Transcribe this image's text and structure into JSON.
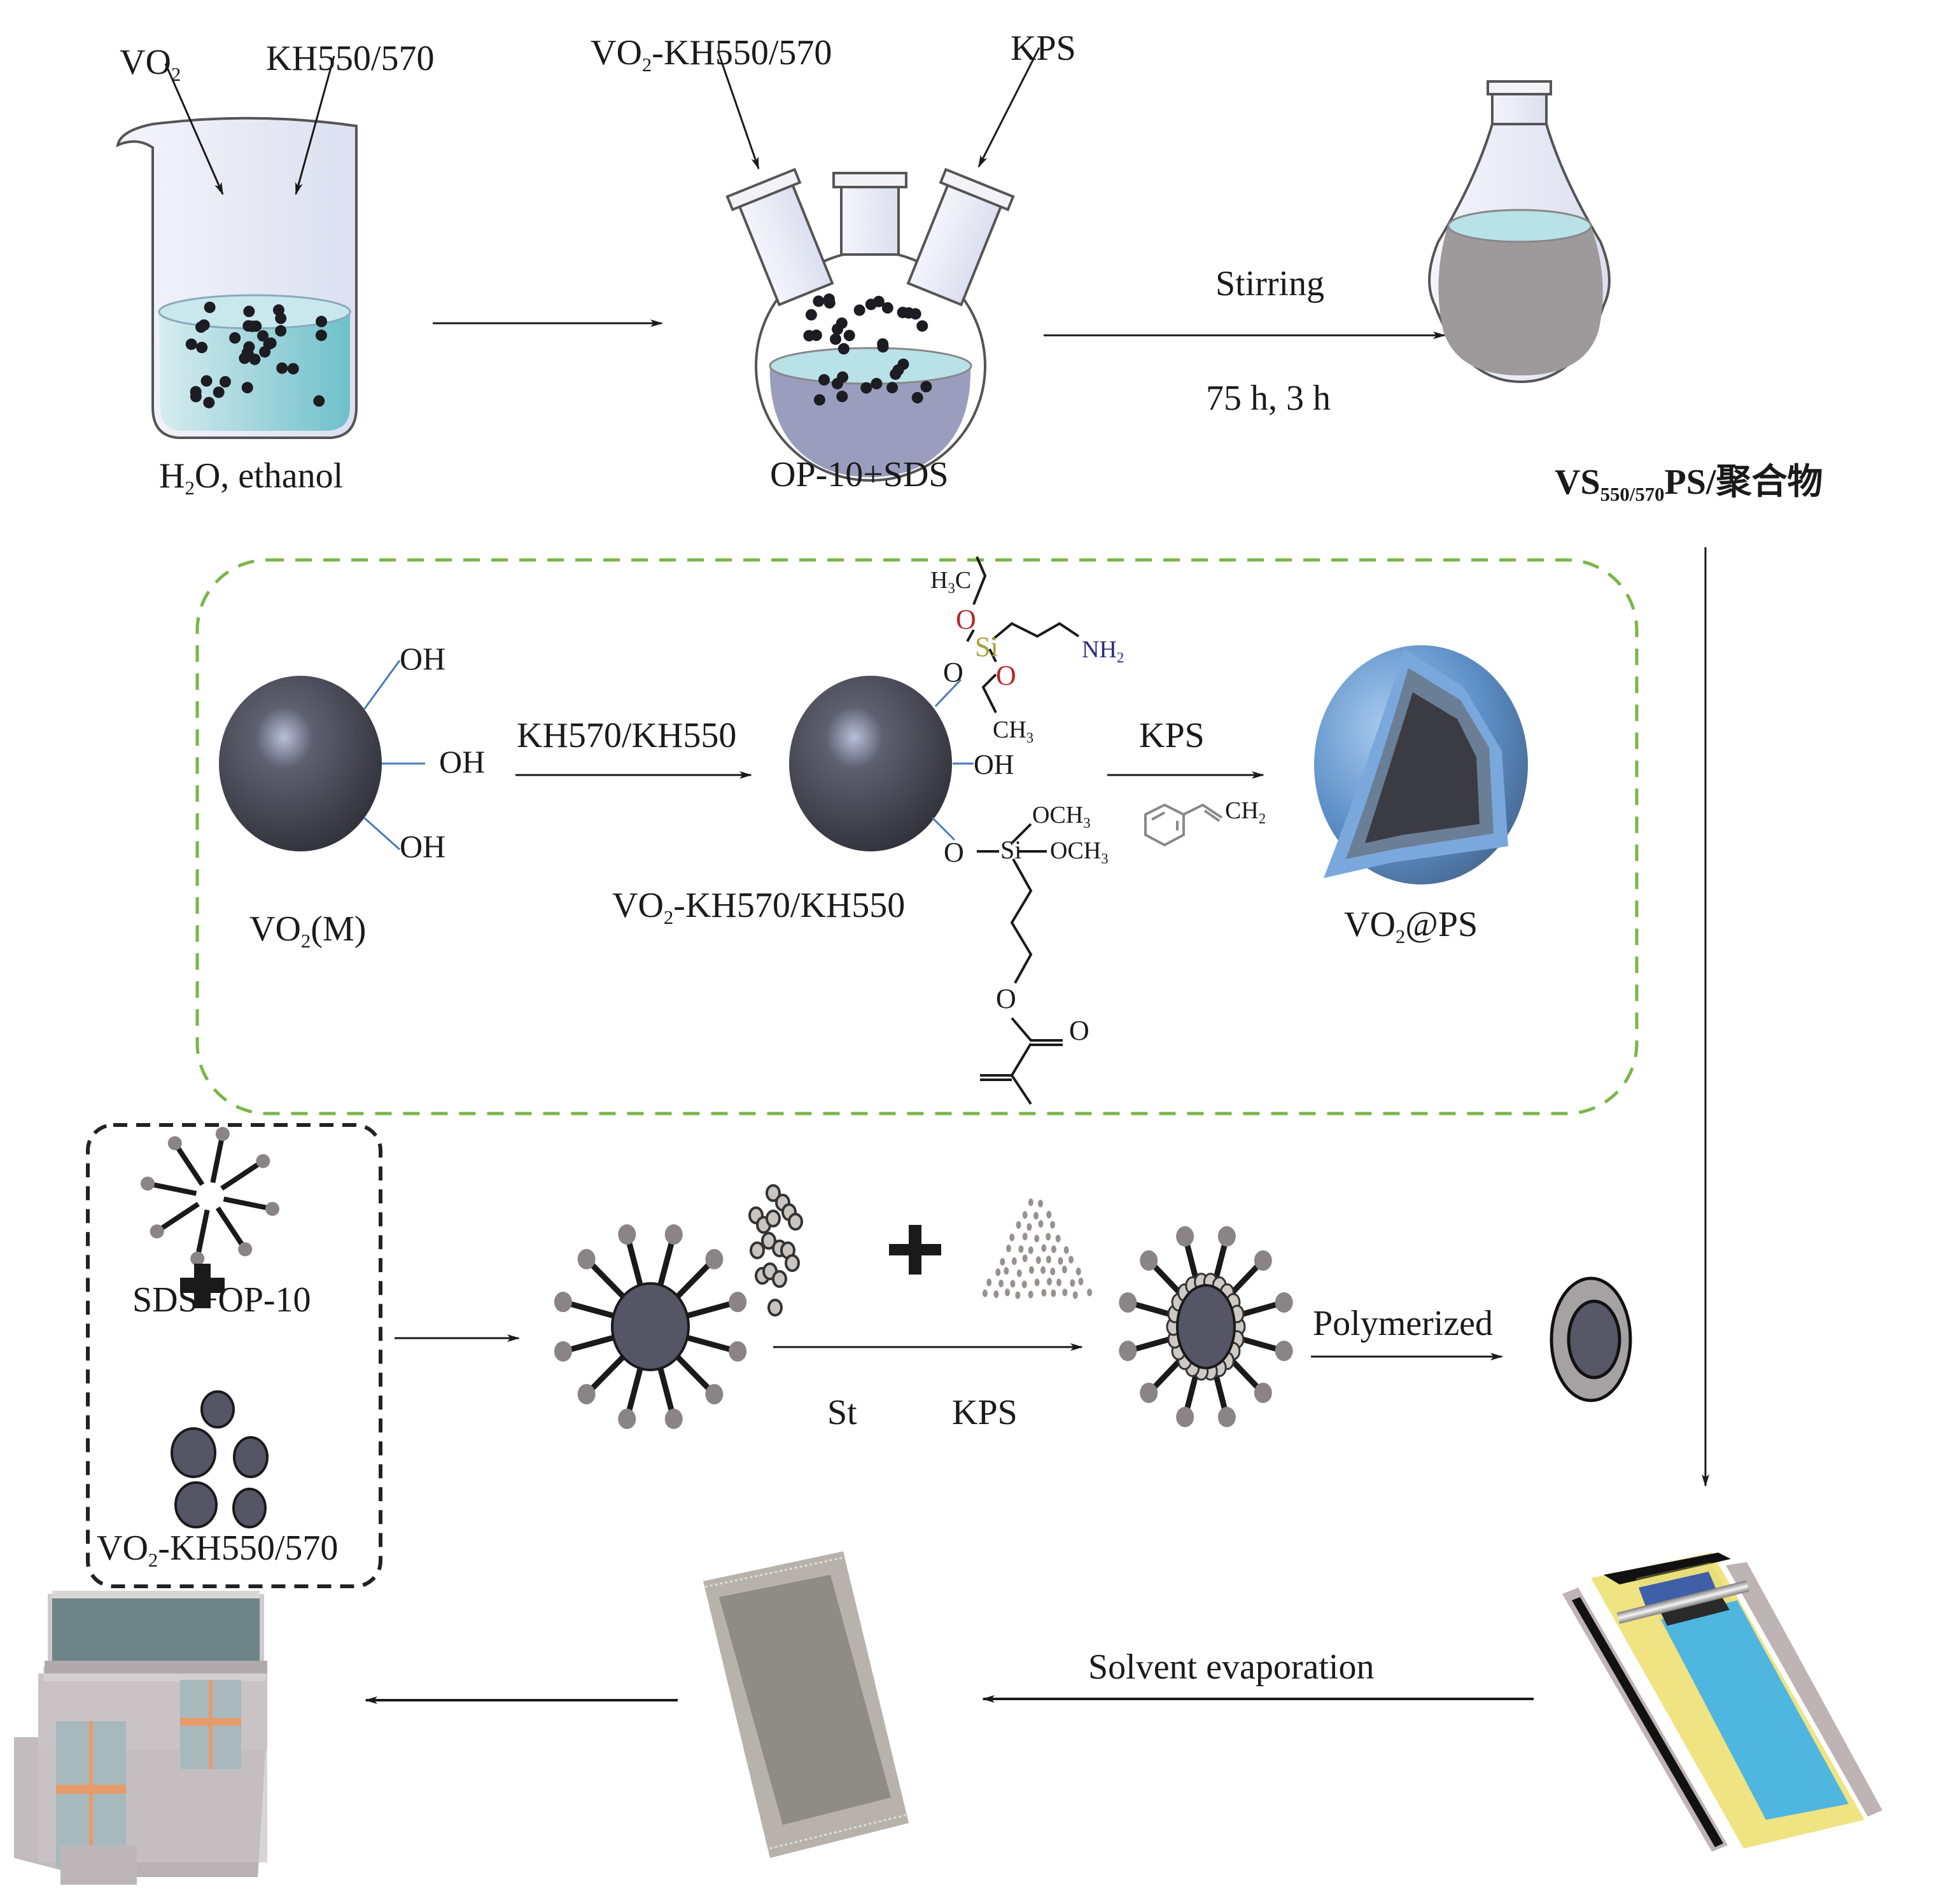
{
  "figure": {
    "type": "synthesis-schematic",
    "colors": {
      "green_dashed_border": "#7ab648",
      "black_dashed_border": "#222222",
      "beaker_liquid": "#7cc6cf",
      "flask_liquid": "#9a9dbd",
      "erlenmeyer_liquid": "#9e9a9c",
      "liquid_surface": "#b9e1e8",
      "particle_dark": "#4a4a58",
      "shell_blue": "#6b9bd1",
      "coater_yellow": "#f0e382",
      "coater_blue": "#4fb6e0",
      "oxygen_red": "#b3282d",
      "silicon_olive": "#a6a33a",
      "nitrogen_navy": "#2c2a7e"
    }
  },
  "top_row": {
    "beaker": {
      "input_1": {
        "main": "VO",
        "sub": "2"
      },
      "input_2": "KH550/570",
      "caption": {
        "pre": "H",
        "sub": "2",
        "post": "O, ethanol"
      }
    },
    "flask": {
      "input_1": {
        "pre": "VO",
        "sub": "2",
        "post": "-KH550/570"
      },
      "input_2": "KPS",
      "caption": "OP-10+SDS"
    },
    "step_arrow": {
      "label_top": "Stirring",
      "label_bottom": "75 h, 3 h"
    },
    "erlenmeyer": {
      "caption": {
        "pre": "VS",
        "sub": "550/570",
        "post": "PS/聚合物"
      }
    }
  },
  "mechanism_box": {
    "vo2_particle": {
      "groups": [
        "OH",
        "OH",
        "OH"
      ],
      "caption": {
        "pre": "VO",
        "sub": "2",
        "post": "(M)"
      }
    },
    "arrow_1_label": "KH570/KH550",
    "modified_particle": {
      "caption": {
        "pre": "VO",
        "sub": "2",
        "post": "-KH570/KH550"
      },
      "oh_group": "OH",
      "kh550": {
        "h3c": {
          "pre": "H",
          "sub": "3",
          "post": "C"
        },
        "o_top": "O",
        "si": "Si",
        "o_link": "O",
        "o_bottom": "O",
        "ch3": {
          "pre": "CH",
          "sub": "3"
        },
        "nh2": {
          "pre": "NH",
          "sub": "2"
        }
      },
      "kh570": {
        "o_link": "O",
        "si": "Si",
        "och3_a": {
          "pre": "OCH",
          "sub": "3"
        },
        "och3_b": {
          "pre": "OCH",
          "sub": "3"
        },
        "ester_o": "O",
        "carbonyl_o": "O"
      }
    },
    "arrow_2_label": "KPS",
    "styrene": {
      "ch2": {
        "pre": "CH",
        "sub": "2"
      }
    },
    "product": {
      "caption": {
        "pre": "VO",
        "sub": "2",
        "post": "@PS"
      }
    }
  },
  "emulsion_row": {
    "legend_box": {
      "surfactant_caption": "SDS+OP-10",
      "plus": "+",
      "particles_caption": {
        "pre": "VO",
        "sub": "2",
        "post": "-KH550/570"
      }
    },
    "plus": "+",
    "arrow_labels": [
      "St",
      "KPS"
    ],
    "polymerized_label": "Polymerized"
  },
  "bottom_row": {
    "solvent_label": "Solvent evaporation"
  }
}
